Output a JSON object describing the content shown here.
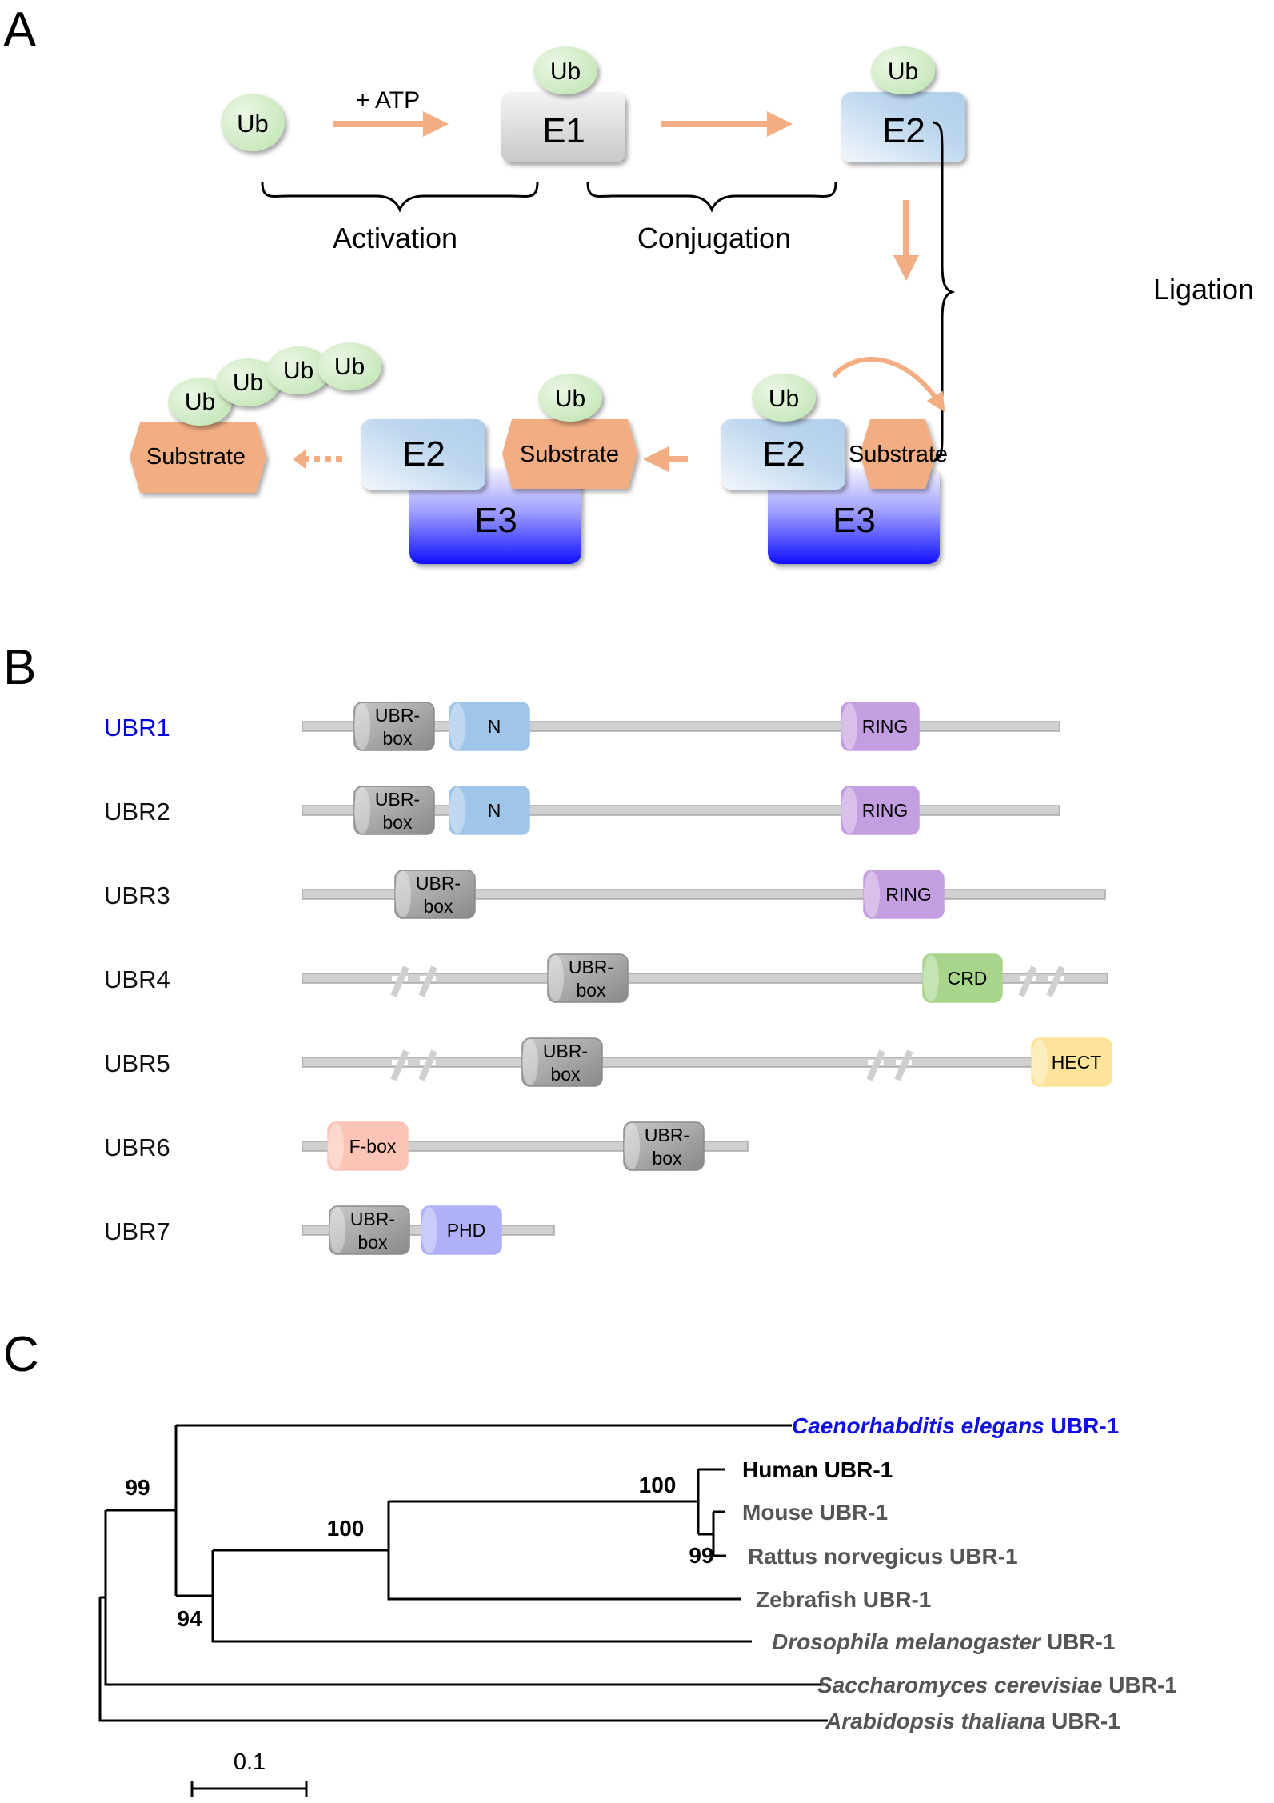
{
  "panels": {
    "a": {
      "letter": "A",
      "ub_label": "Ub",
      "atp_label": "+ ATP",
      "e1_label": "E1",
      "e2_label": "E2",
      "e3_label": "E3",
      "substrate_label": "Substrate",
      "activation_label": "Activation",
      "conjugation_label": "Conjugation",
      "ligation_label": "Ligation",
      "colors": {
        "ub": "#d8efcf",
        "arrow": "#f2ae82",
        "substrate": "#f2ae82",
        "e2": "#b8d4ec",
        "e3_top": "#eeeeff",
        "e3_bottom": "#1a1aff",
        "e1": "#d9d9d9"
      }
    },
    "b": {
      "letter": "B",
      "proteins": [
        {
          "name": "UBR1",
          "highlight": true,
          "domains": [
            "UBR-box",
            "N",
            "RING"
          ],
          "breaks": 0
        },
        {
          "name": "UBR2",
          "highlight": false,
          "domains": [
            "UBR-box",
            "N",
            "RING"
          ],
          "breaks": 0
        },
        {
          "name": "UBR3",
          "highlight": false,
          "domains": [
            "UBR-box",
            "RING"
          ],
          "breaks": 0
        },
        {
          "name": "UBR4",
          "highlight": false,
          "domains": [
            "UBR-box",
            "CRD"
          ],
          "breaks": 2
        },
        {
          "name": "UBR5",
          "highlight": false,
          "domains": [
            "UBR-box",
            "HECT"
          ],
          "breaks": 2
        },
        {
          "name": "UBR6",
          "highlight": false,
          "domains": [
            "F-box",
            "UBR-box"
          ],
          "breaks": 0
        },
        {
          "name": "UBR7",
          "highlight": false,
          "domains": [
            "UBR-box",
            "PHD"
          ],
          "breaks": 0
        }
      ],
      "domain_text": {
        "ubr_box_line1": "UBR-",
        "ubr_box_line2": "box",
        "n": "N",
        "ring": "RING",
        "crd": "CRD",
        "hect": "HECT",
        "fbox": "F-box",
        "phd": "PHD"
      },
      "colors": {
        "highlight_label": "#0000dd",
        "ubr_box": "#a9a9a9",
        "n": "#9fc5e8",
        "ring": "#c39ee0",
        "crd": "#a8d48c",
        "hect": "#fde49a",
        "fbox": "#fbc4b6",
        "phd": "#b0b0f8",
        "backbone": "#d0d0d0"
      }
    },
    "c": {
      "letter": "C",
      "leaves": [
        {
          "genus_species": "Caenorhabditis elegans",
          "suffix": " UBR-1",
          "italic": true,
          "color": "#1010e0",
          "bold_dark": false
        },
        {
          "genus_species": "Human",
          "suffix": " UBR-1",
          "italic": false,
          "color": "#000000",
          "bold_dark": true
        },
        {
          "genus_species": "Mouse",
          "suffix": " UBR-1",
          "italic": false,
          "color": "#555555",
          "bold_dark": false
        },
        {
          "genus_species": "Rattus norvegicus",
          "suffix": " UBR-1",
          "italic": false,
          "color": "#555555",
          "bold_dark": false
        },
        {
          "genus_species": "Zebrafish",
          "suffix": " UBR-1",
          "italic": false,
          "color": "#555555",
          "bold_dark": false
        },
        {
          "genus_species": "Drosophila melanogaster",
          "suffix": " UBR-1",
          "italic": true,
          "color": "#555555",
          "bold_dark": false
        },
        {
          "genus_species": "Saccharomyces cerevisiae",
          "suffix": " UBR-1",
          "italic": true,
          "color": "#555555",
          "bold_dark": false
        },
        {
          "genus_species": "Arabidopsis thaliana",
          "suffix": " UBR-1",
          "italic": true,
          "color": "#555555",
          "bold_dark": false
        }
      ],
      "bootstrap": {
        "celegans_vertebrate_fly": "99",
        "vertebrate_fly": "94",
        "vertebrate": "100",
        "mammal": "100",
        "rodent": "99"
      },
      "scale_bar_label": "0.1"
    }
  }
}
